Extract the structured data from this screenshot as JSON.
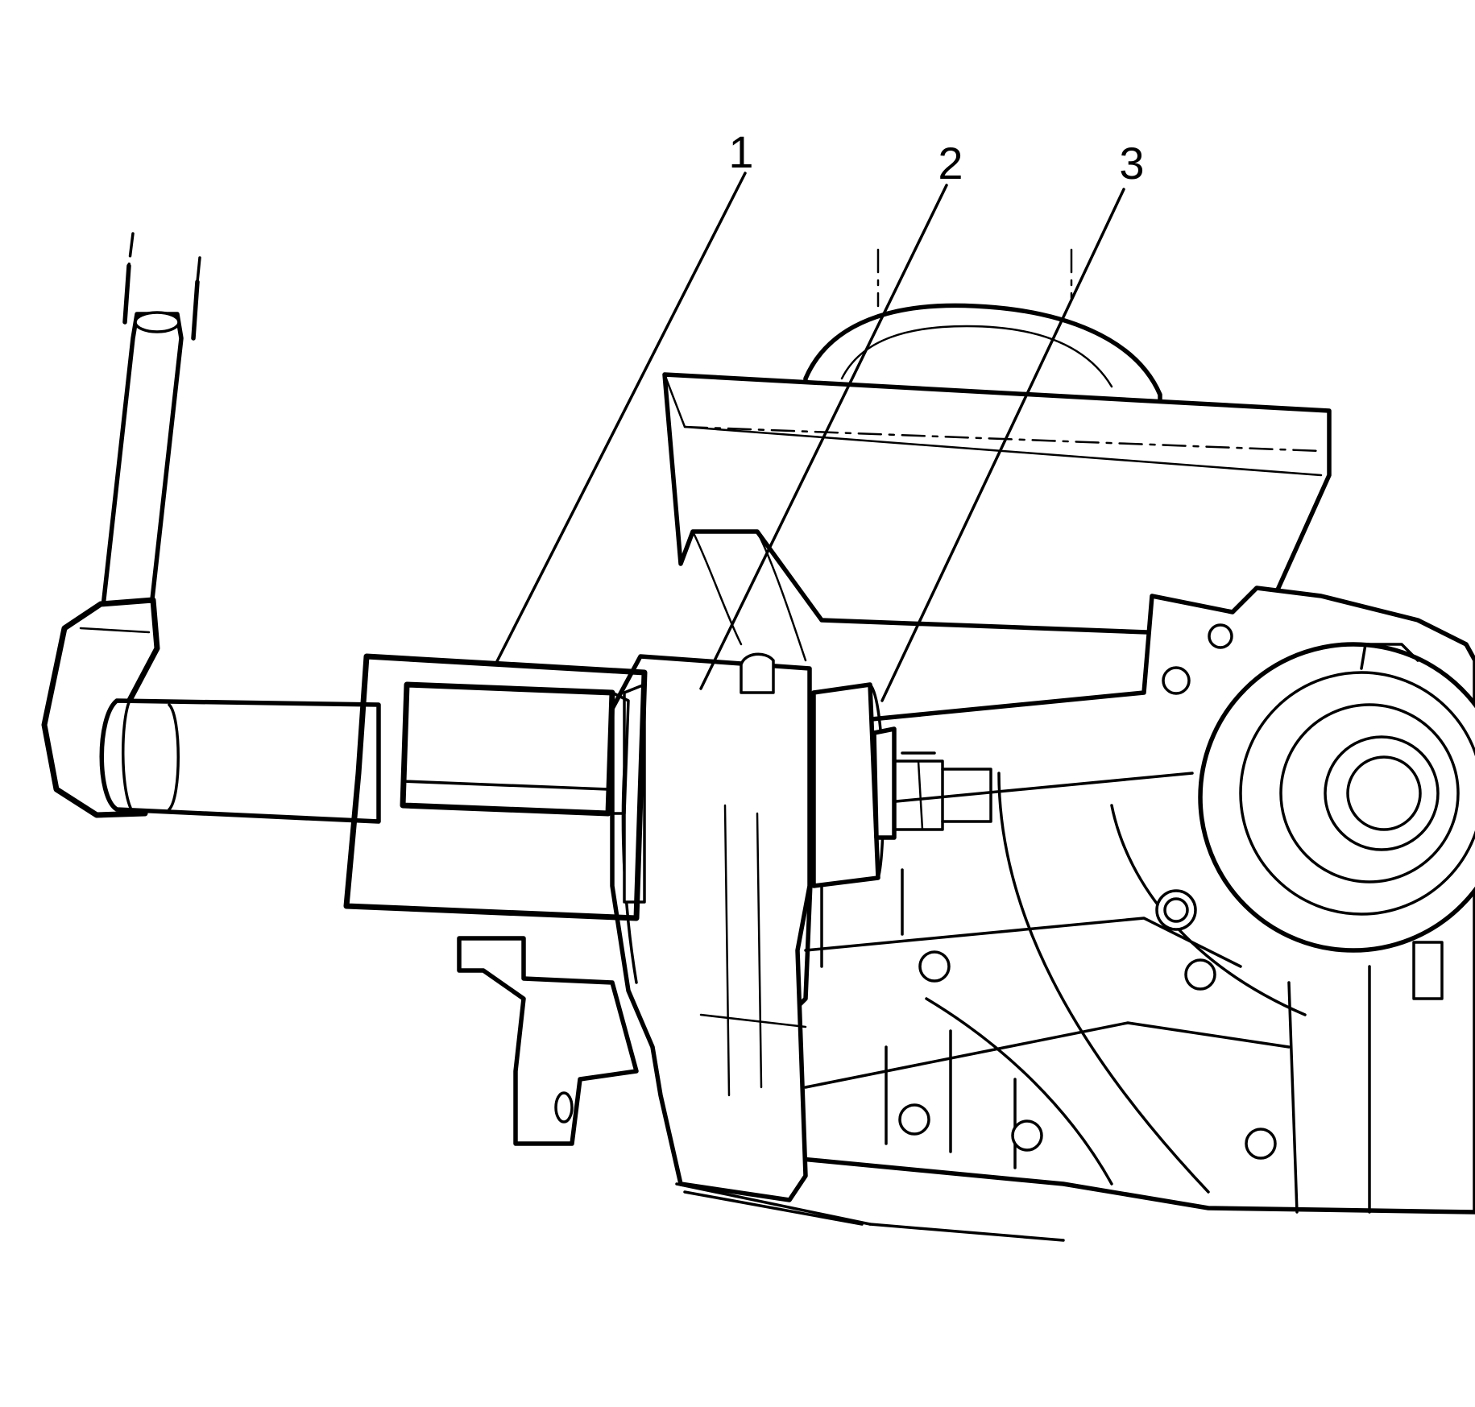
{
  "callouts": [
    {
      "id": "1",
      "label": "1"
    },
    {
      "id": "2",
      "label": "2"
    },
    {
      "id": "3",
      "label": "3"
    }
  ],
  "colors": {
    "ink": "#000000",
    "paper": "#ffffff",
    "stipple": "#000000"
  }
}
